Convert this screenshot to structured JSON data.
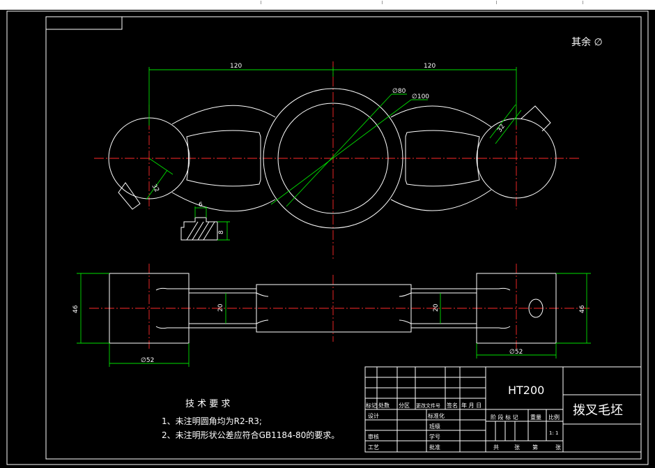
{
  "corner_note": "其余 ∅",
  "dims": {
    "top_left_120": "120",
    "top_right_120": "120",
    "phi80": "∅80",
    "phi100": "∅100",
    "r32_right": "32",
    "r32_left": "32",
    "rib_6": "6",
    "rib_8": "8",
    "h46_left": "46",
    "h46_right": "46",
    "h20_left": "20",
    "h20_right": "20",
    "phi52_left": "∅52",
    "phi52_right": "∅52"
  },
  "tech": {
    "title": "技 术 要 求",
    "line1": "1、未注明圆角均为R2-R3;",
    "line2": "2、未注明形状公差应符合GB1184-80的要求。"
  },
  "title_block": {
    "material": "HT200",
    "part_name": "拨叉毛坯",
    "hdr_mark": "标记",
    "hdr_count": "处数",
    "hdr_zone": "分区",
    "hdr_docno": "更改文件号",
    "hdr_sign": "签名",
    "hdr_date": "年 月 日",
    "design": "设计",
    "standard": "标准化",
    "check": "审核",
    "process": "工艺",
    "approve": "批准",
    "proofread": "班级",
    "stu_no": "学号",
    "stage_mark": "阶 段 标 记",
    "weight": "重量",
    "scale": "比例",
    "scale_val": "1: 1",
    "total": "共",
    "sheets": "张",
    "page": "第",
    "sheet": "张"
  }
}
